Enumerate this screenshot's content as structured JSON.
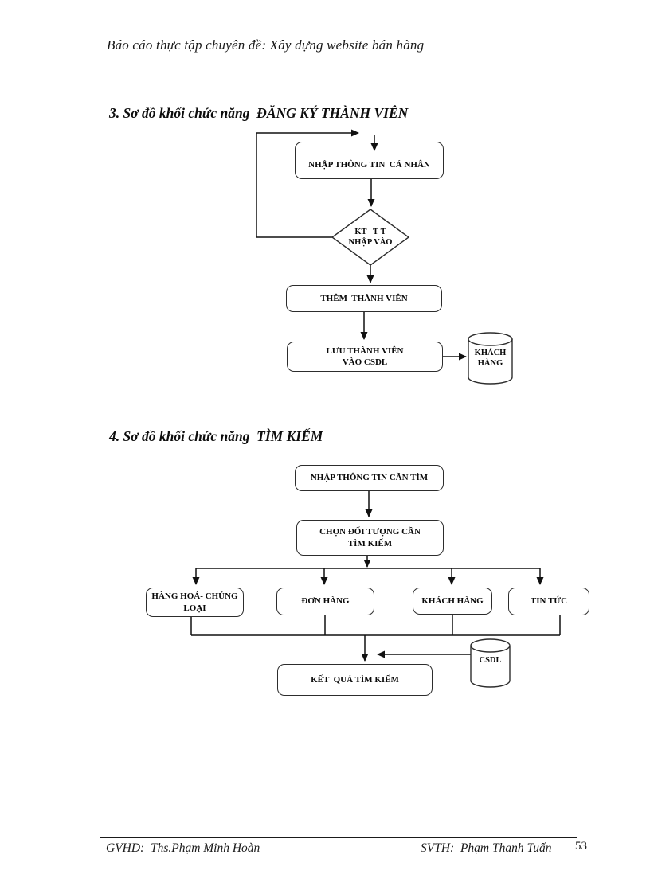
{
  "page": {
    "header": "Báo cáo thực tập chuyên đề: Xây dựng website bán hàng",
    "footer": {
      "left": "GVHD:  Ths.Phạm Minh Hoàn",
      "right": "SVTH:  Phạm Thanh Tuấn",
      "page_number": "53"
    }
  },
  "section3": {
    "heading": "3. Sơ đồ khối chức năng  ĐĂNG KÝ THÀNH VIÊN",
    "nodes": {
      "input_personal_info": "NHẬP THÔNG TIN  CÁ NHÂN",
      "check_input": "KT   T-T\nNHẬP VÀO",
      "add_member": "THÊM  THÀNH VIÊN",
      "save_member": "LƯU THÀNH VIÊN\nVÀO CSDL",
      "db_customer": "KHÁCH\nHÀNG"
    }
  },
  "section4": {
    "heading": "4. Sơ đồ khối chức năng  TÌM KIẾM",
    "nodes": {
      "input_search_info": "NHẬP THÔNG TIN CẦN TÌM",
      "choose_target": "CHỌN ĐỐI TƯỢNG CẦN\nTÌM KIẾM",
      "products": "HÀNG HOÁ- CHỦNG\nLOẠI",
      "orders": "ĐƠN HÀNG",
      "customers": "KHÁCH HÀNG",
      "news": "TIN TỨC",
      "db_csdl": "CSDL",
      "result": "KẾT  QUẢ TÌM KIẾM"
    }
  }
}
